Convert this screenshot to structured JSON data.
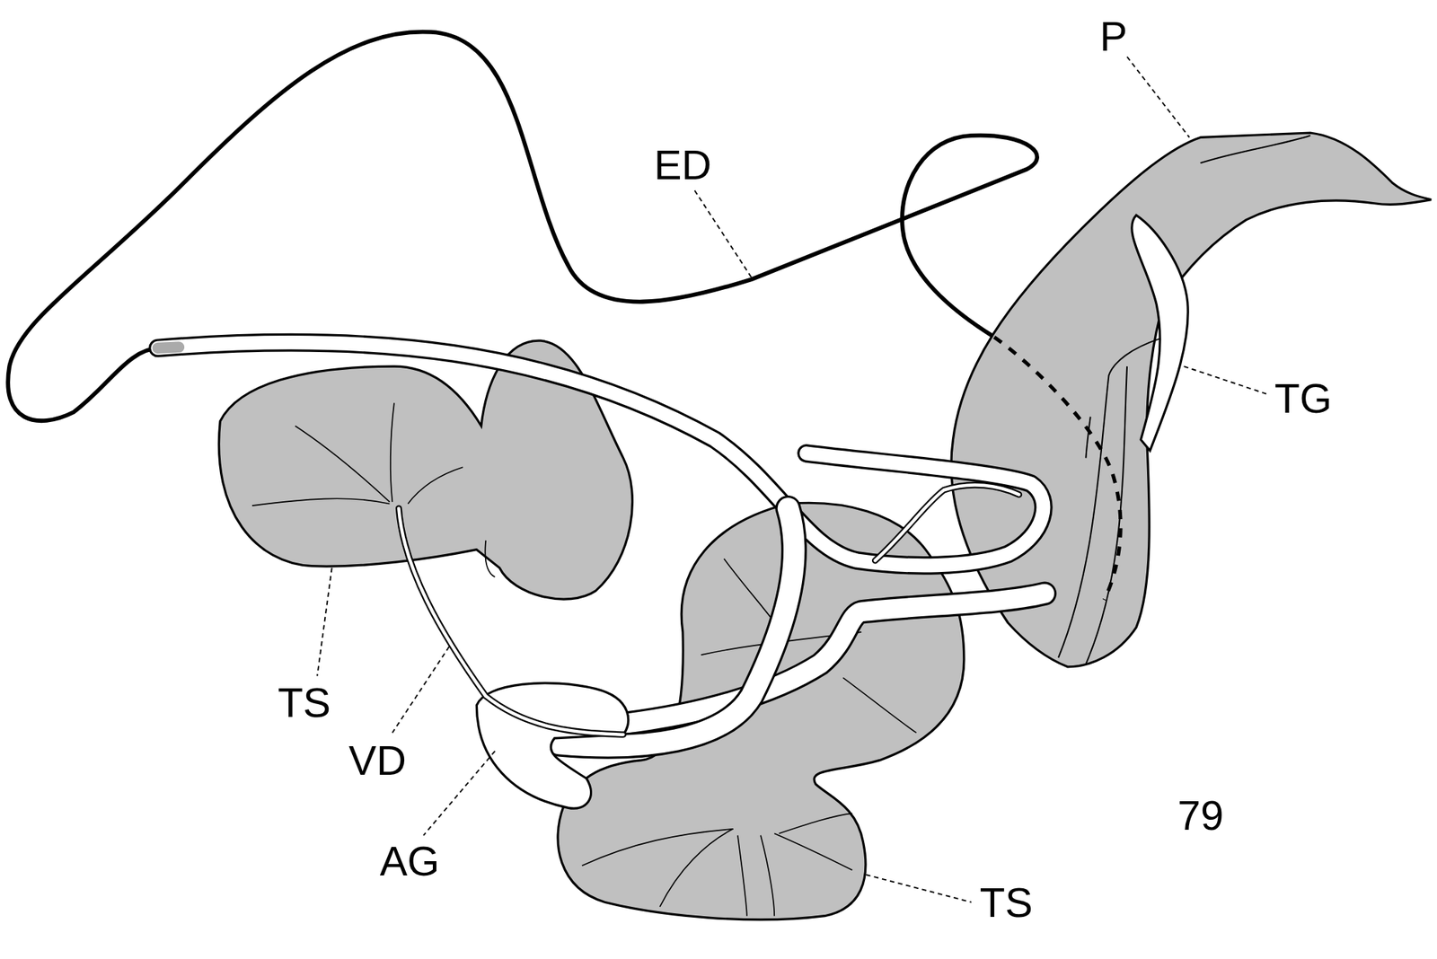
{
  "diagram": {
    "labels": [
      "P",
      "ED",
      "TG",
      "TS",
      "VD",
      "AG",
      "TS",
      "79"
    ]
  }
}
